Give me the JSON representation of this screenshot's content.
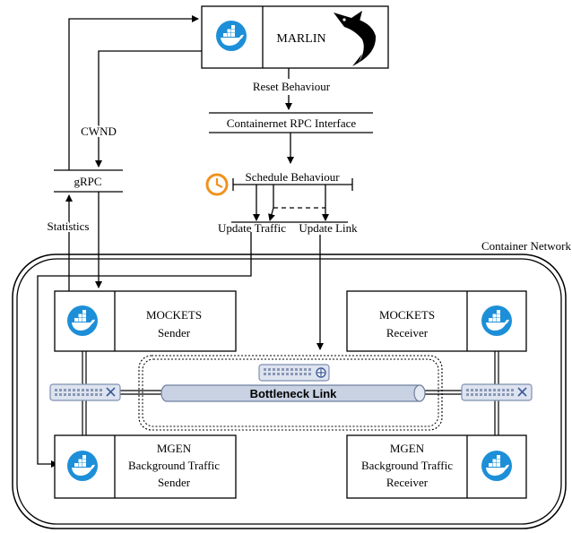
{
  "marlin": {
    "label": "MARLIN"
  },
  "reset_behaviour": "Reset Behaviour",
  "rpc_interface": "Containernet RPC Interface",
  "schedule_behaviour": "Schedule Behaviour",
  "update_traffic": "Update Traffic",
  "update_link": "Update Link",
  "grpc": "gRPC",
  "cwnd": "CWND",
  "statistics": "Statistics",
  "container_network": "Container Network",
  "mockets_sender": {
    "line1": "MOCKETS",
    "line2": "Sender"
  },
  "mockets_receiver": {
    "line1": "MOCKETS",
    "line2": "Receiver"
  },
  "mgen_sender": {
    "line1": "MGEN",
    "line2": "Background Traffic",
    "line3": "Sender"
  },
  "mgen_receiver": {
    "line1": "MGEN",
    "line2": "Background Traffic",
    "line3": "Receiver"
  },
  "bottleneck_link": "Bottleneck Link",
  "colors": {
    "docker_blue": "#1d8fd8",
    "clock_orange": "#f0921e",
    "switch_fill": "#dde4f0",
    "switch_stroke": "#7f8fb0",
    "pipe_fill": "#c9d2e3"
  }
}
